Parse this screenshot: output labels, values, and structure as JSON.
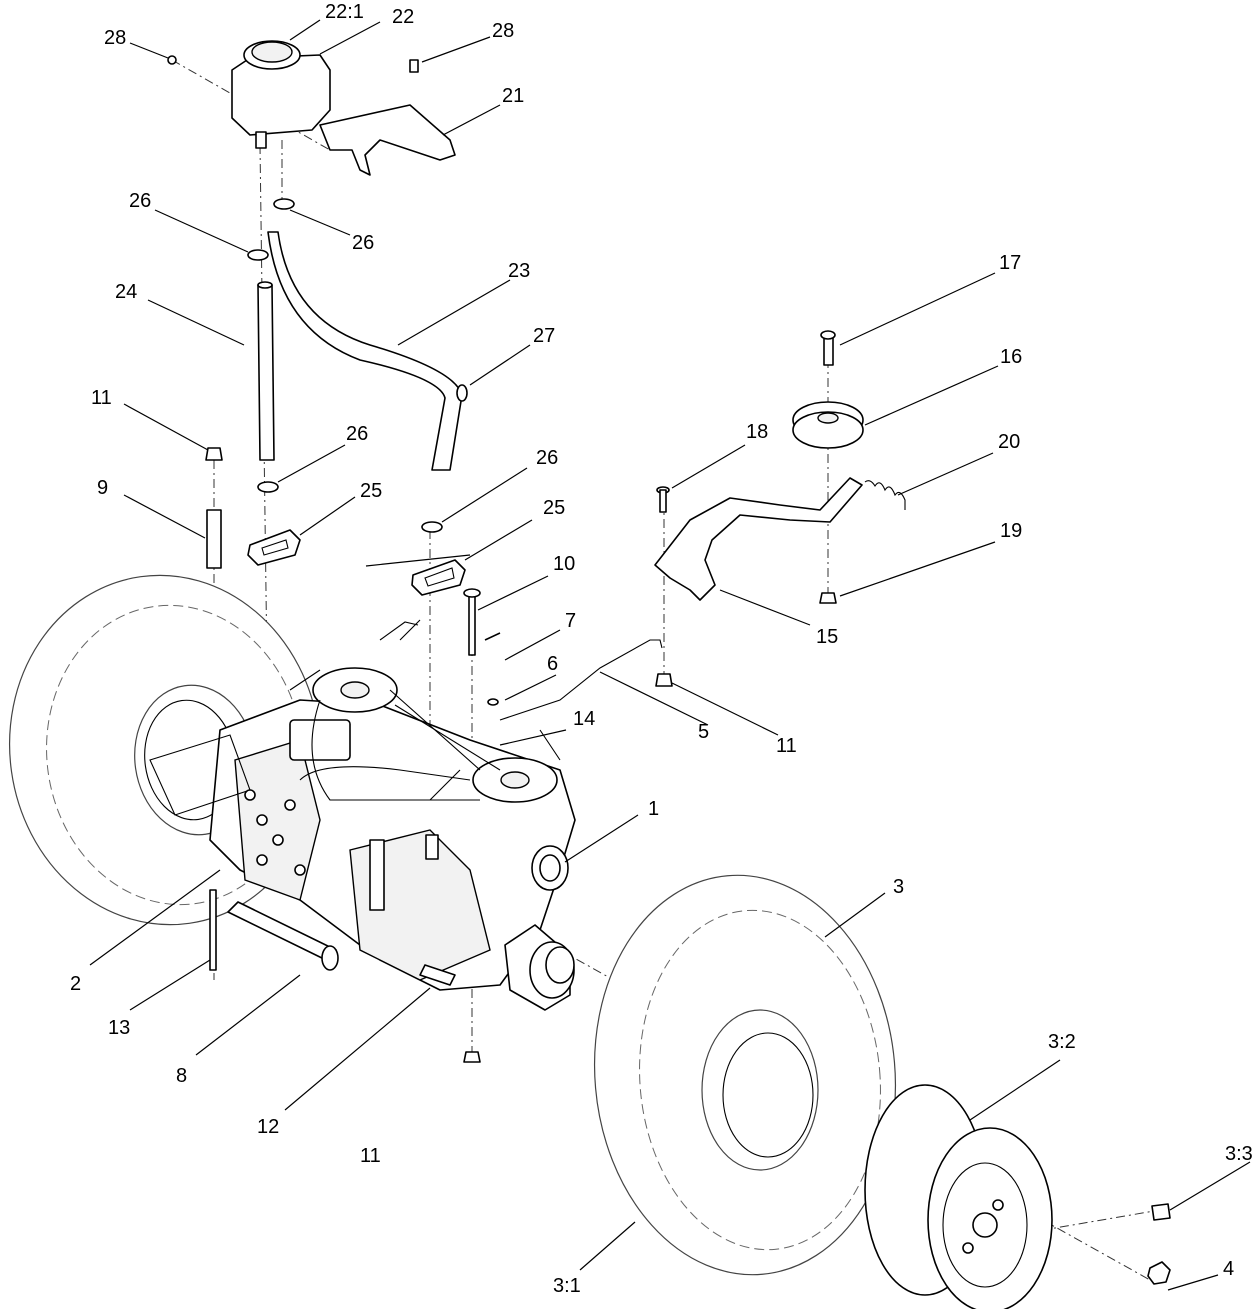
{
  "callouts": {
    "c1": "1",
    "c2": "2",
    "c3": "3",
    "c3_1": "3:1",
    "c3_2": "3:2",
    "c3_3": "3:3",
    "c4": "4",
    "c5": "5",
    "c6": "6",
    "c7": "7",
    "c8": "8",
    "c9": "9",
    "c10": "10",
    "c11_a": "11",
    "c11_b": "11",
    "c11_c": "11",
    "c12": "12",
    "c13": "13",
    "c14": "14",
    "c15": "15",
    "c16": "16",
    "c17": "17",
    "c18": "18",
    "c19": "19",
    "c20": "20",
    "c21": "21",
    "c22": "22",
    "c22_1": "22:1",
    "c23": "23",
    "c24": "24",
    "c25_a": "25",
    "c25_b": "25",
    "c26_a": "26",
    "c26_b": "26",
    "c26_c": "26",
    "c26_d": "26",
    "c27": "27",
    "c28_a": "28",
    "c28_b": "28"
  }
}
